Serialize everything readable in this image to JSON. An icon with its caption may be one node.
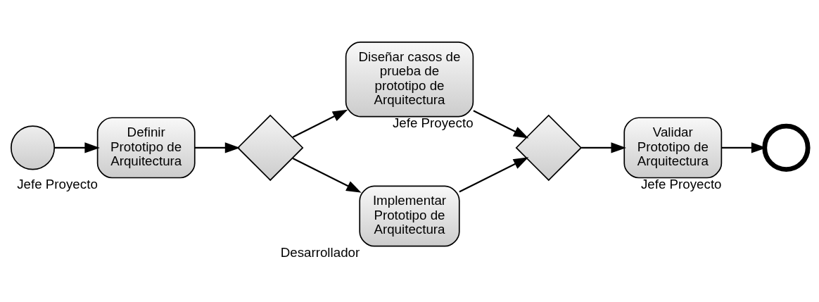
{
  "diagram": {
    "nodes": [
      {
        "text": [],
        "shape": "circle"
      },
      {
        "text": [
          "Definir Prototipo de Arquitectura"
        ],
        "beside": [
          "Jefe Proyecto"
        ]
      },
      {
        "text": [],
        "shape": "diamond"
      },
      {
        "text": [
          "Diseñar casos de prueba de prototipo de Arquitectura"
        ],
        "beside": [
          "Jefe Proyecto"
        ]
      },
      {
        "text": [
          "Implementar Prototipo de Arquitectura"
        ],
        "beside": [
          "Desarrollador"
        ]
      },
      {
        "text": [],
        "shape": "diamond"
      },
      {
        "text": [
          "Validar Prototipo de Arquitectura"
        ],
        "beside": [
          "Jefe Proyecto"
        ]
      },
      {
        "text": [],
        "shape": "circle"
      }
    ],
    "edges": [
      {
        "from": 0,
        "to": 1,
        "arrow": "to"
      },
      {
        "from": 1,
        "to": 2,
        "arrow": "to"
      },
      {
        "from": 2,
        "to": 3,
        "arrow": "to"
      },
      {
        "from": 2,
        "to": 4,
        "arrow": "to"
      },
      {
        "from": 3,
        "to": 5,
        "arrow": "to"
      },
      {
        "from": 4,
        "to": 5,
        "arrow": "to"
      },
      {
        "from": 5,
        "to": 6,
        "arrow": "to"
      },
      {
        "from": 6,
        "to": 7,
        "arrow": "to"
      }
    ]
  }
}
